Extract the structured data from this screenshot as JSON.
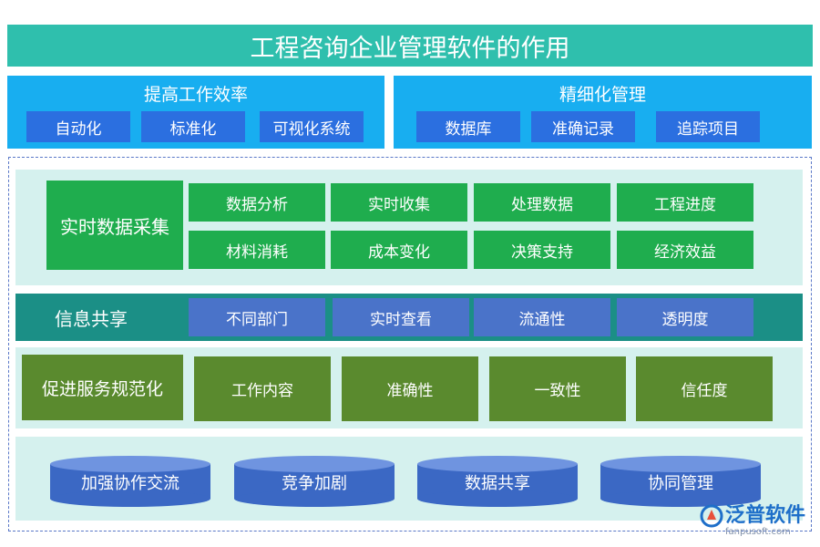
{
  "title": "工程咨询企业管理软件的作用",
  "top_panels": [
    {
      "title": "提高工作效率",
      "chips": [
        "自动化",
        "标准化",
        "可视化系统"
      ]
    },
    {
      "title": "精细化管理",
      "chips": [
        "数据库",
        "准确记录",
        "追踪项目"
      ]
    }
  ],
  "realtime": {
    "label": "实时数据采集",
    "items": [
      "数据分析",
      "实时收集",
      "处理数据",
      "工程进度",
      "材料消耗",
      "成本变化",
      "决策支持",
      "经济效益"
    ]
  },
  "sharing": {
    "label": "信息共享",
    "items": [
      "不同部门",
      "实时查看",
      "流通性",
      "透明度"
    ]
  },
  "service": {
    "label": "促进服务规范化",
    "items": [
      "工作内容",
      "准确性",
      "一致性",
      "信任度"
    ]
  },
  "collab": {
    "items": [
      "加强协作交流",
      "竞争加剧",
      "数据共享",
      "协同管理"
    ]
  },
  "logo": {
    "text": "泛普软件",
    "url": "fanpusoft.com"
  },
  "colors": {
    "title_bar": "#2fbfad",
    "panel_blue": "#18aef0",
    "chip_blue": "#2b6fe0",
    "green": "#1fad4e",
    "teal": "#1b8f86",
    "slate_blue": "#4a73c9",
    "olive": "#5a8a2e",
    "cylinder": "#3b68c4"
  }
}
